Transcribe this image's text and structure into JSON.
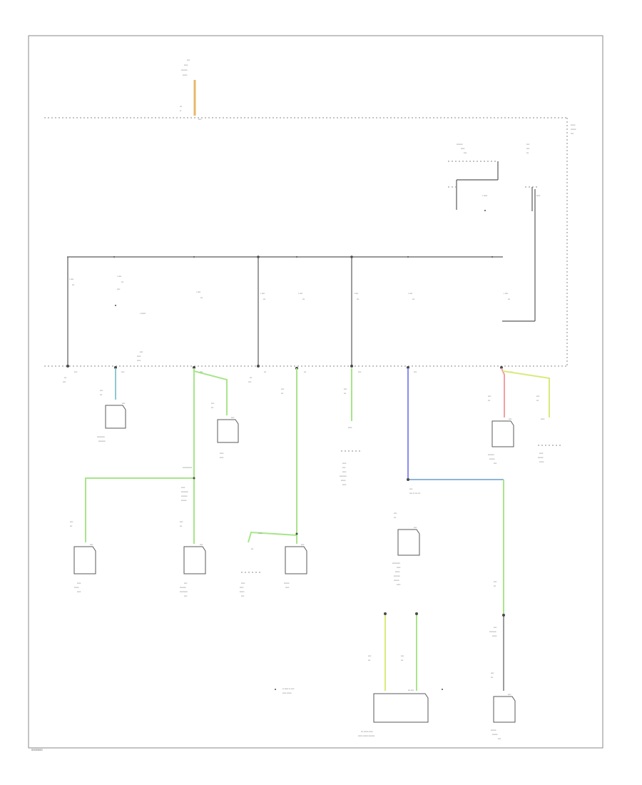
{
  "colors": {
    "green": "#a8e58a",
    "yellow_green": "#d9ea7a",
    "blue": "#8a8cf0",
    "light_blue": "#8fb4d8",
    "red": "#f2a0a0",
    "orange": "#e6b86a",
    "cyan": "#8fc8cc",
    "black": "#5a5a5a"
  },
  "texts": {
    "corner_code": "0000000"
  },
  "components": [
    {
      "id": "battery"
    },
    {
      "id": "central-control-unit"
    },
    {
      "id": "ignition-switch"
    },
    {
      "id": "relay-box"
    },
    {
      "id": "fuse-block"
    },
    {
      "id": "connector-1"
    },
    {
      "id": "connector-2"
    },
    {
      "id": "connector-3"
    },
    {
      "id": "connector-4"
    },
    {
      "id": "connector-5"
    },
    {
      "id": "connector-6"
    },
    {
      "id": "connector-7"
    },
    {
      "id": "connector-8"
    },
    {
      "id": "connector-9"
    },
    {
      "id": "connector-10"
    },
    {
      "id": "connector-11"
    },
    {
      "id": "connector-12"
    },
    {
      "id": "connector-13"
    }
  ]
}
